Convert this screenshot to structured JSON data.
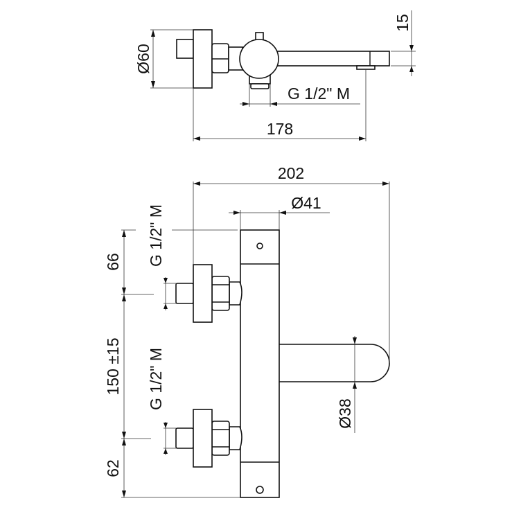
{
  "title": "Thermostatic bath mixer dimensional drawing",
  "top_view": {
    "dim_diameter_flange": "Ø60",
    "dim_spout_height": "15",
    "dim_outlet_thread": "G 1/2\" M",
    "dim_depth": "178"
  },
  "front_view": {
    "dim_width": "202",
    "dim_body_diameter": "Ø41",
    "dim_spout_diameter": "Ø38",
    "dim_upper_inlet_thread": "G 1/2\" M",
    "dim_lower_inlet_thread": "G 1/2\" M",
    "dim_top_offset": "66",
    "dim_inlet_spacing": "150 ±15",
    "dim_bottom_offset": "62"
  }
}
